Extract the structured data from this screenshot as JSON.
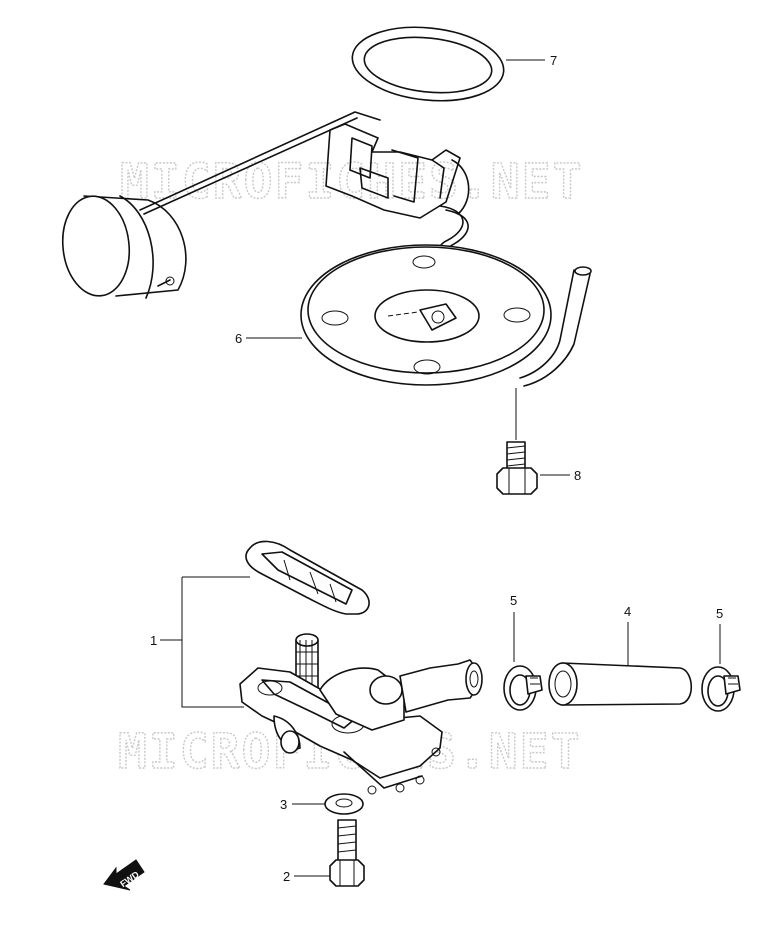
{
  "watermark": {
    "text": "MICROFICHES.NET"
  },
  "callouts": {
    "c1": "1",
    "c2": "2",
    "c3": "3",
    "c4": "4",
    "c5a": "5",
    "c5b": "5",
    "c6": "6",
    "c7": "7",
    "c8": "8"
  },
  "fwd_arrow": {
    "label": "FWD"
  },
  "colors": {
    "line": "#111111",
    "watermark": "#c9c9c9",
    "background": "#ffffff"
  },
  "icons": [
    "o-ring-icon",
    "fuel-gauge-float-icon",
    "bolt-icon",
    "fuel-cock-icon",
    "hose-clamp-icon",
    "fuel-hose-icon",
    "washer-icon",
    "forward-arrow-icon"
  ]
}
